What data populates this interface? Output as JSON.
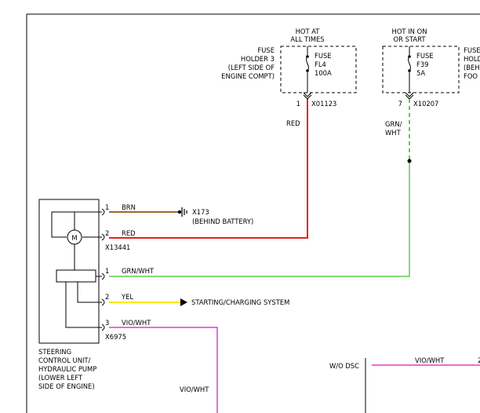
{
  "fuse_hot_always": {
    "supply_line1": "HOT AT",
    "supply_line2": "ALL TIMES",
    "holder_line1": "FUSE",
    "holder_line2": "HOLDER 3",
    "holder_line3": "(LEFT SIDE OF",
    "holder_line4": "ENGINE COMPT)",
    "fuse_label": "FUSE",
    "fuse_id": "FL4",
    "rating": "100A",
    "pin": "1",
    "connector": "X01123"
  },
  "fuse_hot_run": {
    "supply_line1": "HOT IN ON",
    "supply_line2": "OR START",
    "fuse_label": "FUSE",
    "fuse_id": "F39",
    "rating": "5A",
    "pin": "7",
    "connector": "X10207",
    "holder_fragment1": "FUSE",
    "holder_fragment2": "HOLD",
    "holder_fragment3": "(BEH",
    "holder_fragment4": "FOO"
  },
  "wires": {
    "red_vertical": "RED",
    "grn_wht_vertical_line1": "GRN/",
    "grn_wht_vertical_line2": "WHT",
    "brn": "BRN",
    "red": "RED",
    "grn_wht": "GRN/WHT",
    "yel": "YEL",
    "vio_wht": "VIO/WHT",
    "vio_wht_drop": "VIO/WHT",
    "vio_wht_right": "VIO/WHT"
  },
  "colors": {
    "brn": "#a0672a",
    "red": "#e8201a",
    "grn_wht": "#5ccf4e",
    "yel": "#f7ee00",
    "vio_wht": "#e13ad0"
  },
  "ground": {
    "id": "X173",
    "location": "(BEHIND BATTERY)"
  },
  "pump_connectors": {
    "upper": "X13441",
    "lower": "X6975"
  },
  "pins": {
    "brn": "1",
    "red": "2",
    "grn_wht": "1",
    "yel": "2",
    "vio_wht": "3"
  },
  "destination_starting_charging": "STARTING/CHARGING SYSTEM",
  "component": {
    "line1": "STEERING",
    "line2": "CONTROL UNIT/",
    "line3": "HYDRAULIC PUMP",
    "line4": "(LOWER LEFT",
    "line5": "SIDE OF ENGINE)",
    "motor_symbol": "M"
  },
  "wo_dsc": "W/O DSC",
  "right_edge_pin": "2"
}
